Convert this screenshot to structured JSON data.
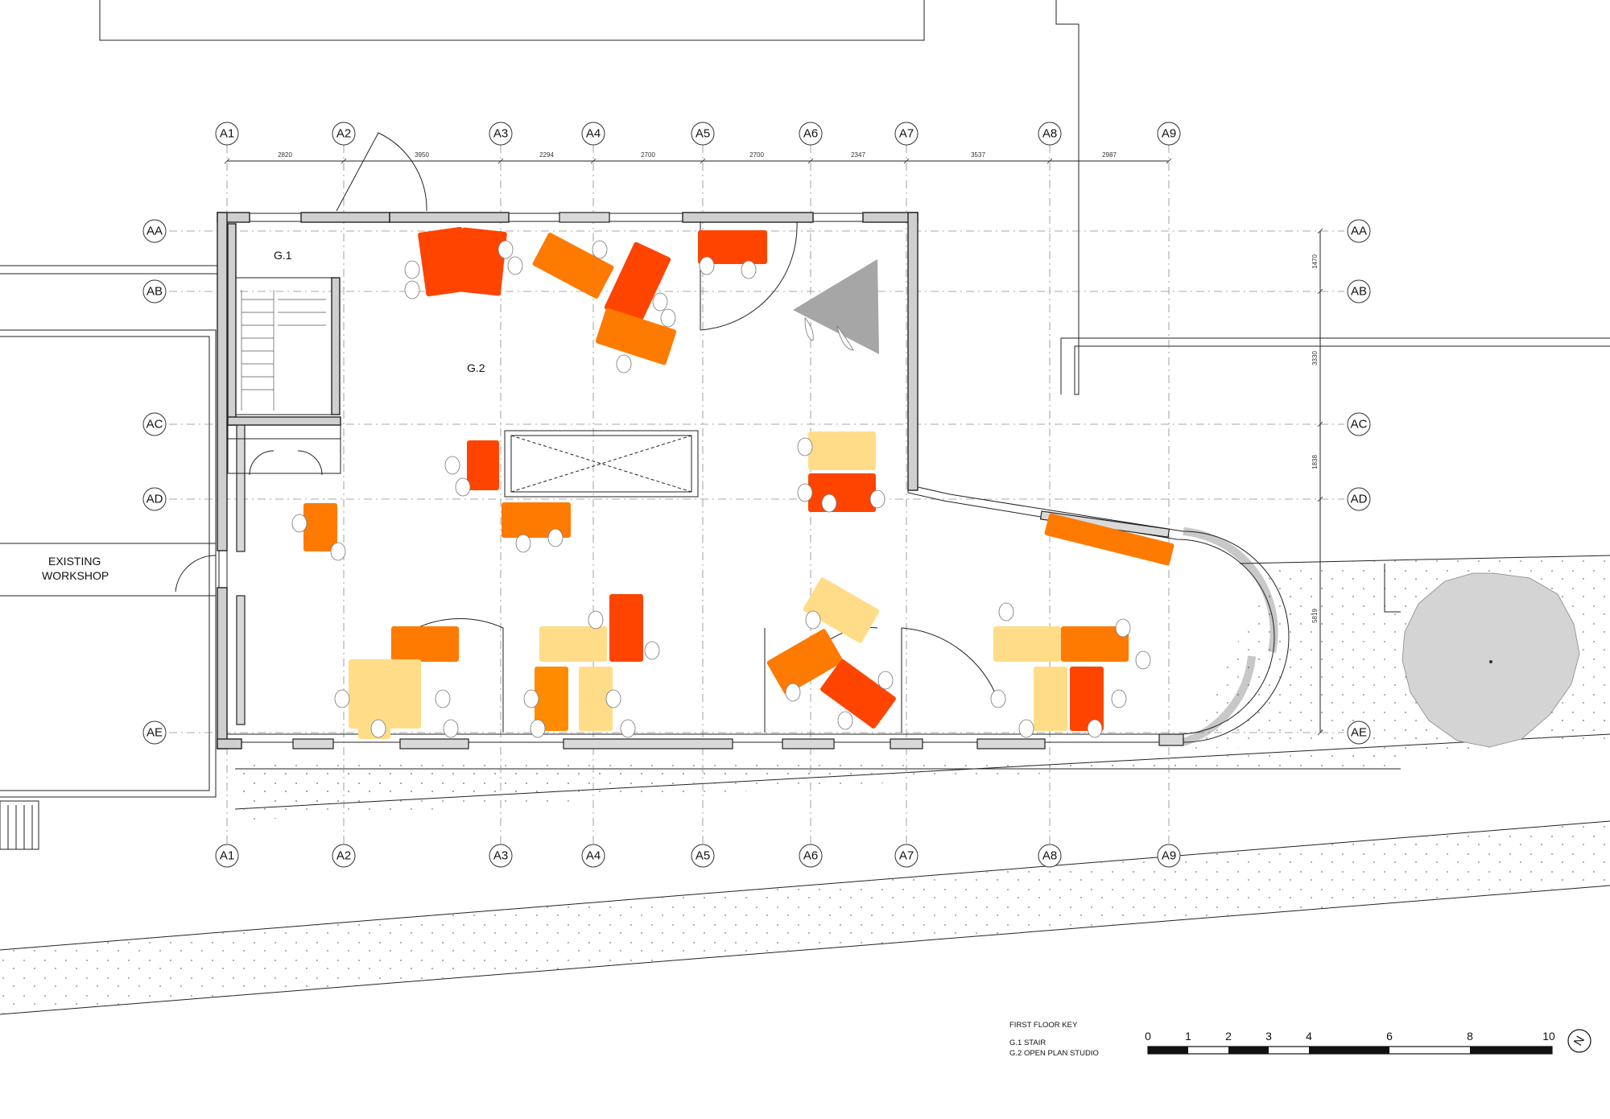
{
  "grid": {
    "columns": [
      "A1",
      "A2",
      "A3",
      "A4",
      "A5",
      "A6",
      "A7",
      "A8",
      "A9"
    ],
    "rows": [
      "AA",
      "AB",
      "AC",
      "AD",
      "AE"
    ],
    "column_dimensions": [
      "2820",
      "3950",
      "2294",
      "2700",
      "2700",
      "2347",
      "3537",
      "2987"
    ],
    "row_dimensions": [
      "1470",
      "3330",
      "1838",
      "5819"
    ]
  },
  "rooms": {
    "stair": "G.1",
    "studio": "G.2",
    "workshop_line1": "EXISTING",
    "workshop_line2": "WORKSHOP"
  },
  "key": {
    "title": "FIRST FLOOR KEY",
    "item1": "G.1 STAIR",
    "item2": "G.2 OPEN PLAN STUDIO"
  },
  "scale_bar": {
    "ticks": [
      "0",
      "1",
      "2",
      "3",
      "4",
      "6",
      "8",
      "10"
    ]
  },
  "north": {
    "label": "N",
    "icon": "north-arrow-icon"
  },
  "colors": {
    "desk_red": "#ff4400",
    "desk_orange": "#ff7a00",
    "desk_amber": "#ff8c00",
    "desk_yellow": "#ffdd88",
    "triangle_grey": "#a6a6a6",
    "tree_grey": "#d4d4d4"
  }
}
